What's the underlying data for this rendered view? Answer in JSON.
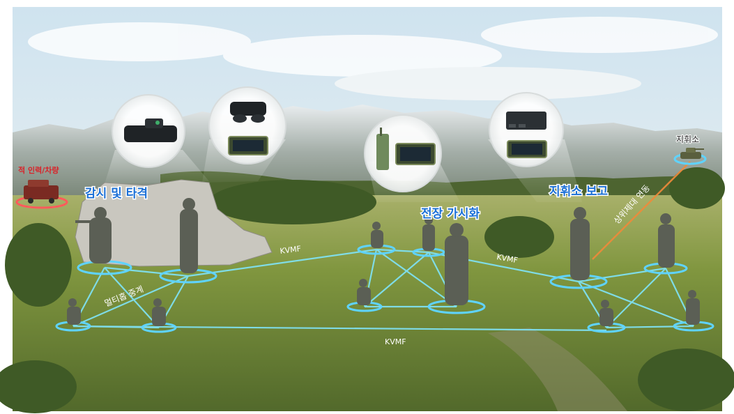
{
  "labels": {
    "surveillance_strike": "감시 및 타격",
    "battlefield_visualization": "전장 가시화",
    "command_report": "지휘소 보고",
    "command_post": "지휘소",
    "enemy": "적 인력/차량",
    "multihop_relay": "멀티홉 중계",
    "upper_echelon_link": "상위제대 연동",
    "kvmf_1": "KVMF",
    "kvmf_2": "KVMF",
    "kvmf_3": "KVMF"
  },
  "colors": {
    "sky_top": "#cfe3ef",
    "sky_bottom": "#f4f6f4",
    "mountain": "#8e9a92",
    "snow": "#e8ecee",
    "grass": "#6f8a3c",
    "grass_far": "#9aa863",
    "tree": "#3f5a26",
    "link": "#7fe0f0",
    "ring": "#5fd3ff",
    "title_blue": "#1a6fd6",
    "enemy_red": "#d8242a",
    "upper_link": "#f08a3a",
    "soldier": "#5b5f55"
  },
  "icons": [
    "rifle-scope-icon",
    "binocular-icon",
    "radio-icon",
    "tablet-icon",
    "server-icon",
    "tank-icon",
    "enemy-vehicle-icon"
  ]
}
